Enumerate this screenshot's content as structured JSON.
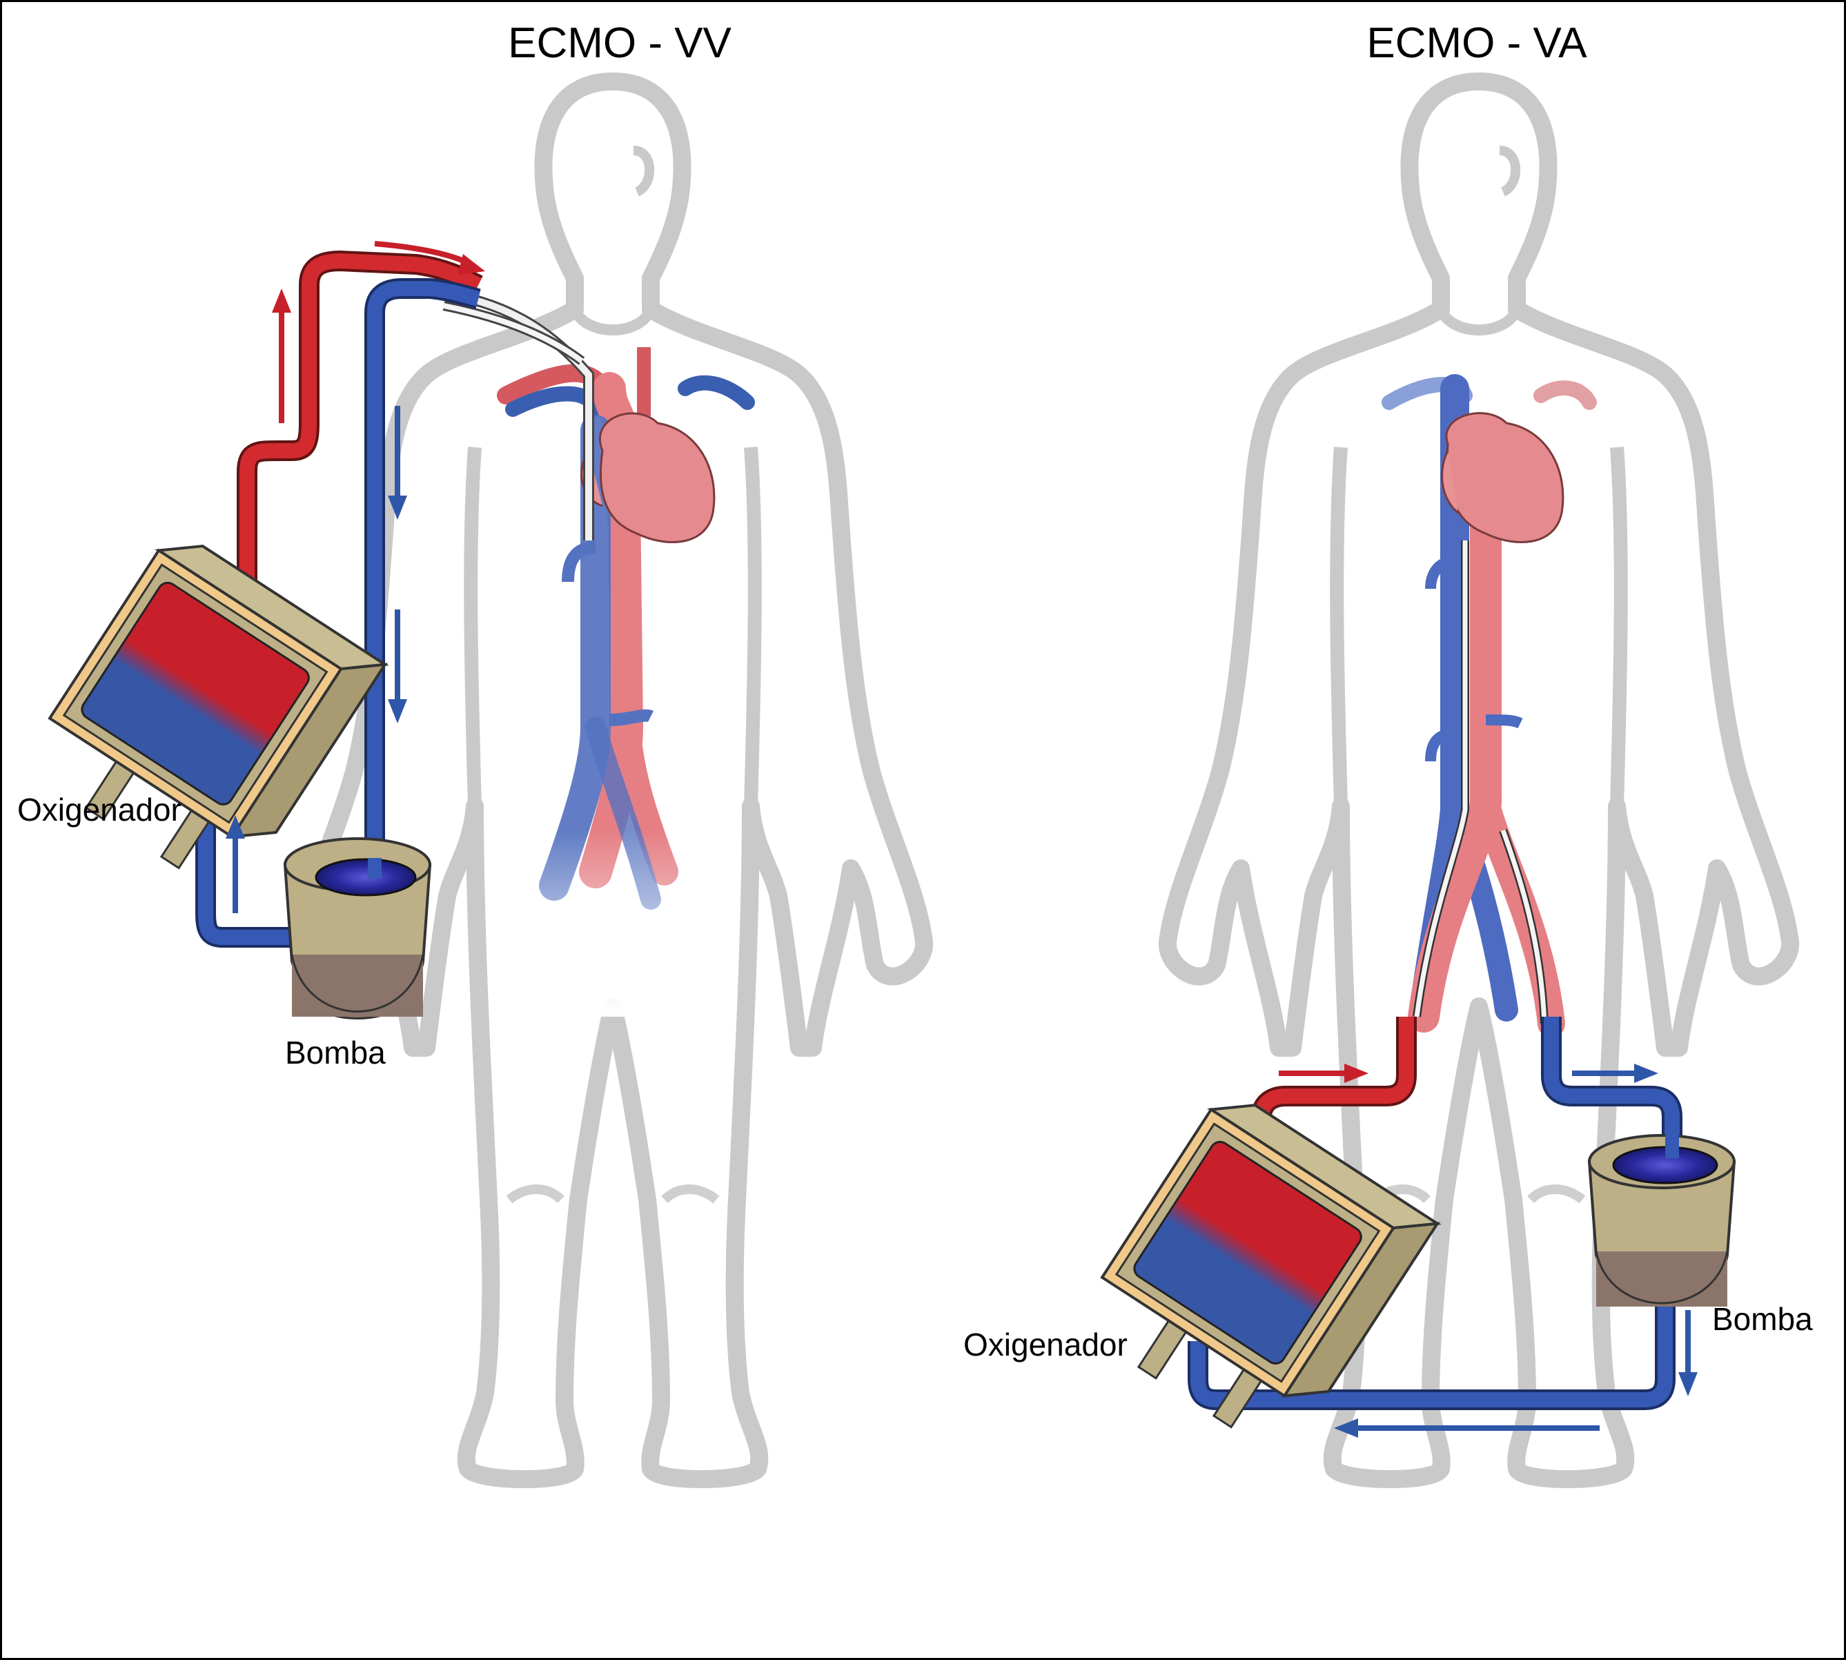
{
  "panels": [
    {
      "title": "ECMO - VV",
      "oxygenator_label": "Oxigenador",
      "pump_label": "Bomba"
    },
    {
      "title": "ECMO - VA",
      "oxygenator_label": "Oxigenador",
      "pump_label": "Bomba"
    }
  ],
  "colors": {
    "oxygenated_blood": "#c8202a",
    "deoxygenated_blood": "#2f57a8",
    "body_outline": "#c4c4c4",
    "heart": "#e58a8e",
    "device_housing": "#bdb087",
    "device_frame": "#f0c98a",
    "pump_base": "#8b756b",
    "pump_chamber": "#2a2aa0"
  }
}
